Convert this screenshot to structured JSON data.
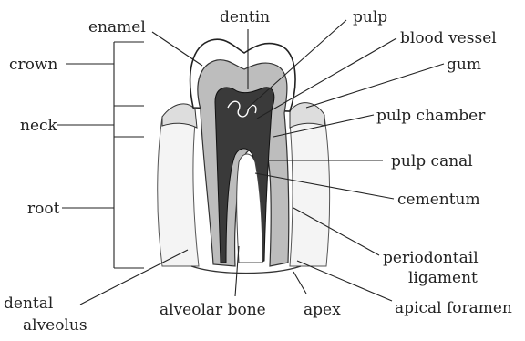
{
  "labels": {
    "enamel": "enamel",
    "dentin": "dentin",
    "pulp": "pulp",
    "blood_vessel": "blood vessel",
    "gum": "gum",
    "crown": "crown",
    "neck": "neck",
    "pulp_chamber": "pulp chamber",
    "pulp_canal": "pulp canal",
    "cementum": "cementum",
    "root": "root",
    "periodontal_line1": "periodontail",
    "periodontal_line2": "ligament",
    "dental_line1": "dental",
    "dental_line2": "alveolus",
    "alveolar_bone": "alveolar bone",
    "apex": "apex",
    "apical_foramen": "apical foramen"
  }
}
